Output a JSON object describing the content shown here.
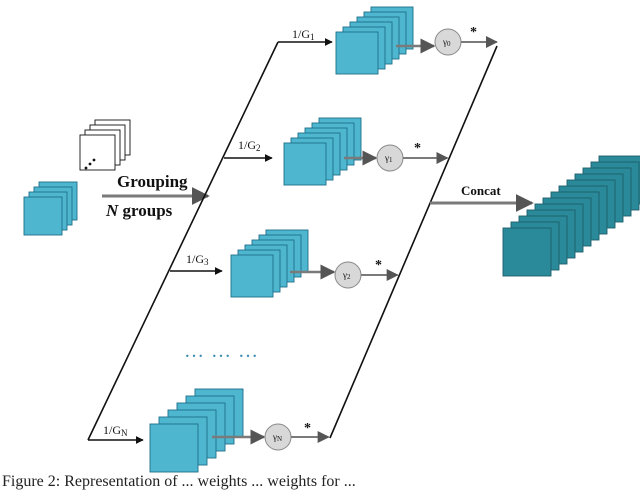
{
  "input": {
    "grouping_label": "Grouping",
    "n_groups_italic": "N",
    "n_groups_rest": " groups"
  },
  "branches": [
    {
      "fraction": "1/G",
      "sub": "1",
      "gamma": "γ",
      "gamma_sub": "0",
      "star": "*"
    },
    {
      "fraction": "1/G",
      "sub": "2",
      "gamma": "γ",
      "gamma_sub": "1",
      "star": "*"
    },
    {
      "fraction": "1/G",
      "sub": "3",
      "gamma": "γ",
      "gamma_sub": "2",
      "star": "*"
    },
    {
      "fraction": "1/G",
      "sub": "N",
      "gamma": "γ",
      "gamma_sub": "N",
      "star": "*"
    }
  ],
  "ellipsis": "… … …",
  "concat_label": "Concat",
  "caption": "Figure 2: Representation of ... weights ... weights for ...",
  "colors": {
    "group_cube": "#4fb6d0",
    "group_edge": "#1e6f88",
    "output_cube": "#2b8a99",
    "gamma_fill": "#d8d8d8",
    "arrow": "#7a7a7a",
    "line": "#111111",
    "ellipsis": "#3a8ab0"
  }
}
